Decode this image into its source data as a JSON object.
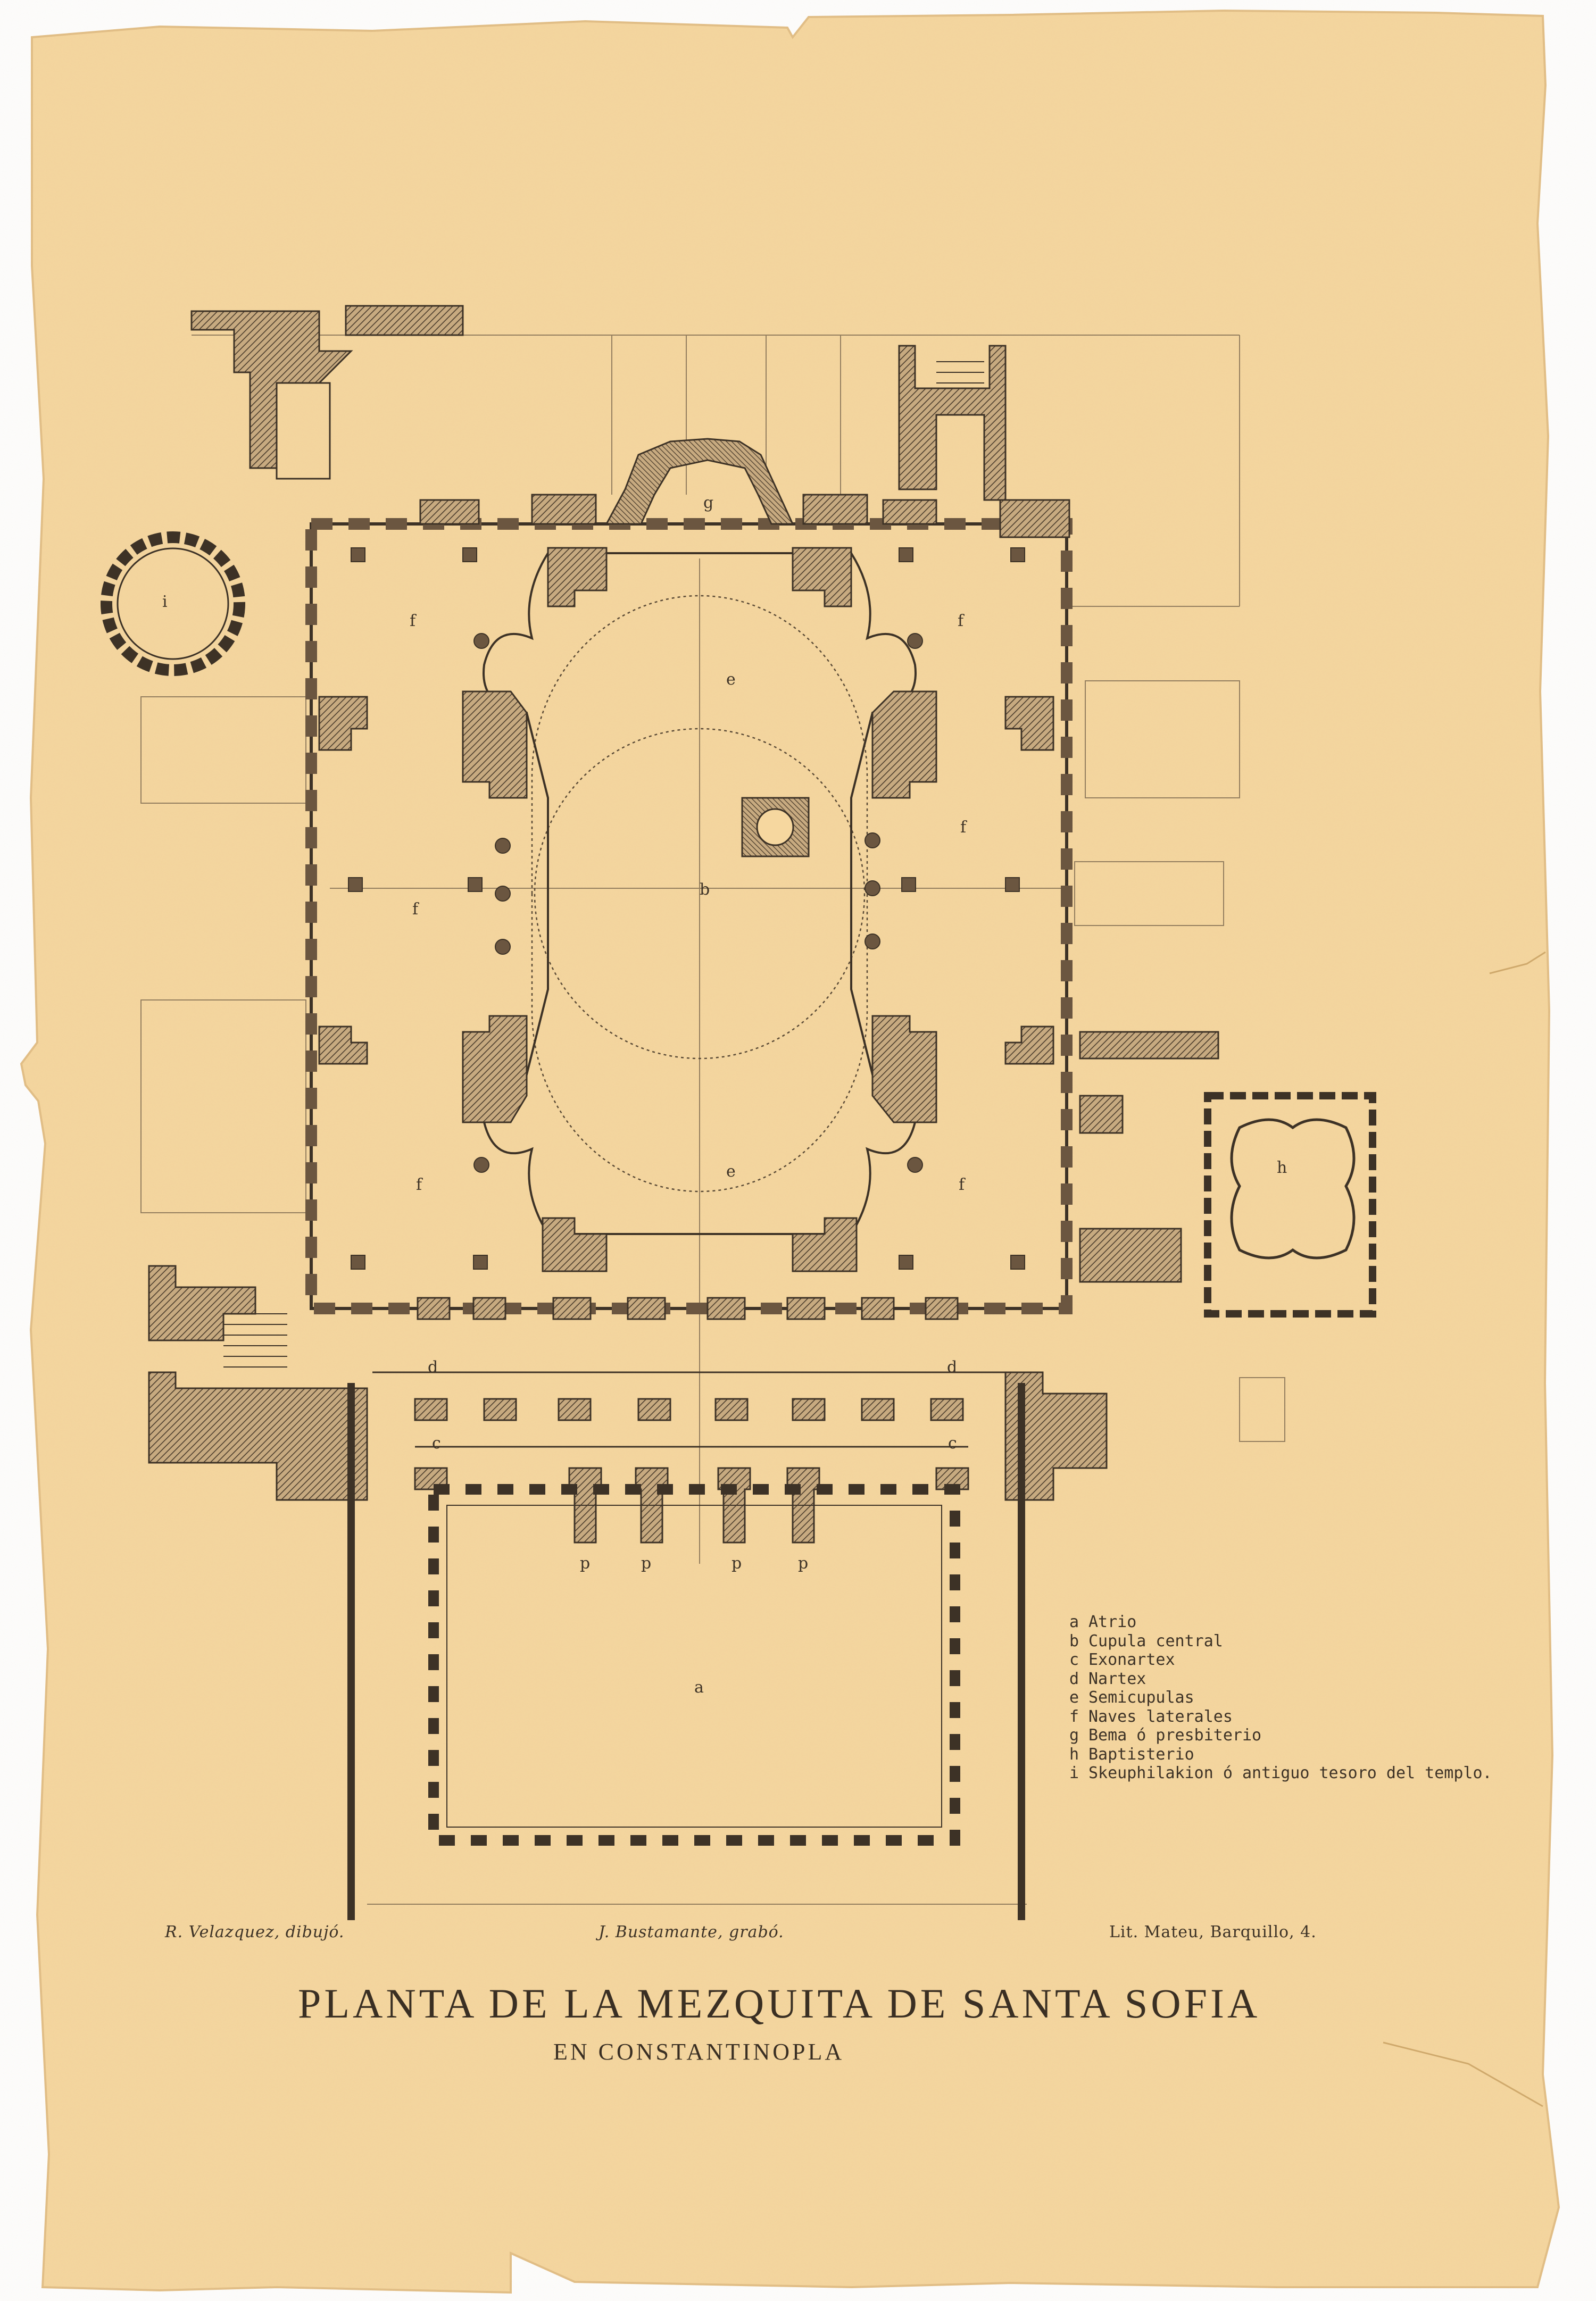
{
  "plan": {
    "title": "PLANTA DE LA MEZQUITA DE SANTA SOFIA",
    "subtitle": "EN CONSTANTINOPLA",
    "credits": {
      "drawn_by": "R. Velazquez, dibujó.",
      "engraved_by": "J. Bustamante, grabó.",
      "printer": "Lit. Mateu, Barquillo, 4."
    },
    "legend": [
      {
        "key": "a",
        "label": "Atrio"
      },
      {
        "key": "b",
        "label": "Cupula central"
      },
      {
        "key": "c",
        "label": "Exonartex"
      },
      {
        "key": "d",
        "label": "Nartex"
      },
      {
        "key": "e",
        "label": "Semicupulas"
      },
      {
        "key": "f",
        "label": "Naves laterales"
      },
      {
        "key": "g",
        "label": "Bema ó presbiterio"
      },
      {
        "key": "h",
        "label": "Baptisterio"
      },
      {
        "key": "i",
        "label": "Skeuphilakion ó antiguo tesoro del templo."
      }
    ],
    "labels": {
      "g": "g",
      "b": "b",
      "e": "e",
      "f": "f",
      "a": "a",
      "c": "c",
      "d": "d",
      "h": "h",
      "i": "i",
      "p": "p"
    },
    "colors": {
      "paper": "#f6d79f",
      "ink": "#3d3226",
      "wall_fill": "#a08767"
    }
  }
}
